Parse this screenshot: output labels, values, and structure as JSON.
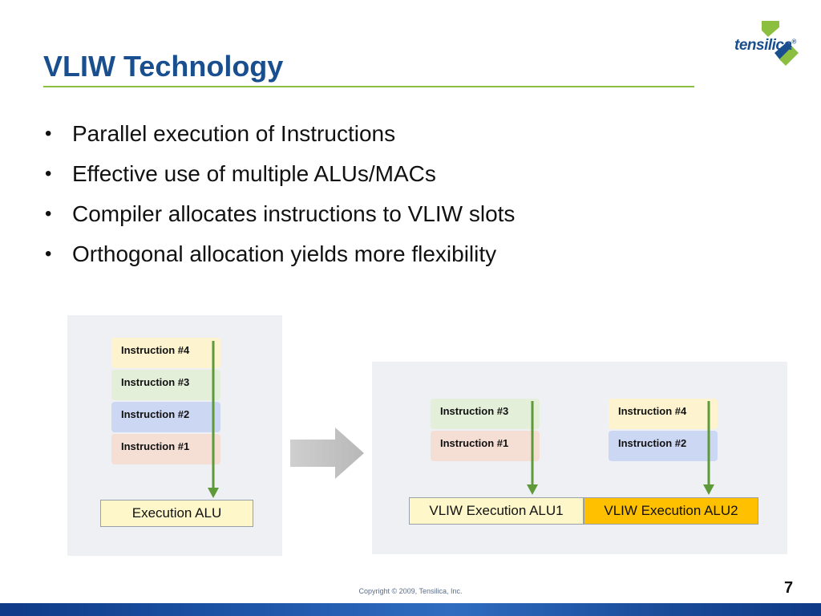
{
  "slide": {
    "title": "VLIW Technology",
    "bullets": [
      "Parallel execution of Instructions",
      "Effective use of multiple ALUs/MACs",
      "Compiler allocates instructions to VLIW slots",
      "Orthogonal allocation yields more flexibility"
    ],
    "bullet_glyph": "•",
    "logo_text": "tensilica",
    "logo_trademark": "®",
    "copyright": "Copyright © 2009, Tensilica, Inc.",
    "page_number": "7"
  },
  "colors": {
    "title": "#1a4f8f",
    "rule": "#8cbf3f",
    "arrow": "#5f9a3a",
    "instr_4": "#fdf4cf",
    "instr_3": "#e4efd9",
    "instr_2": "#ccd8f3",
    "instr_1": "#f5ded3",
    "alu_light": "#fdf7c9",
    "alu_highlight": "#ffc000"
  },
  "diagram": {
    "left": {
      "instructions": [
        "Instruction #4",
        "Instruction #3",
        "Instruction #2",
        "Instruction #1"
      ],
      "alu": "Execution ALU"
    },
    "right": {
      "slot1": {
        "instructions": [
          "Instruction #3",
          "Instruction #1"
        ],
        "alu": "VLIW Execution ALU1"
      },
      "slot2": {
        "instructions": [
          "Instruction #4",
          "Instruction #2"
        ],
        "alu": "VLIW Execution ALU2"
      }
    },
    "transition_icon": "right-arrow-icon",
    "flow_icon": "down-arrow-icon"
  }
}
